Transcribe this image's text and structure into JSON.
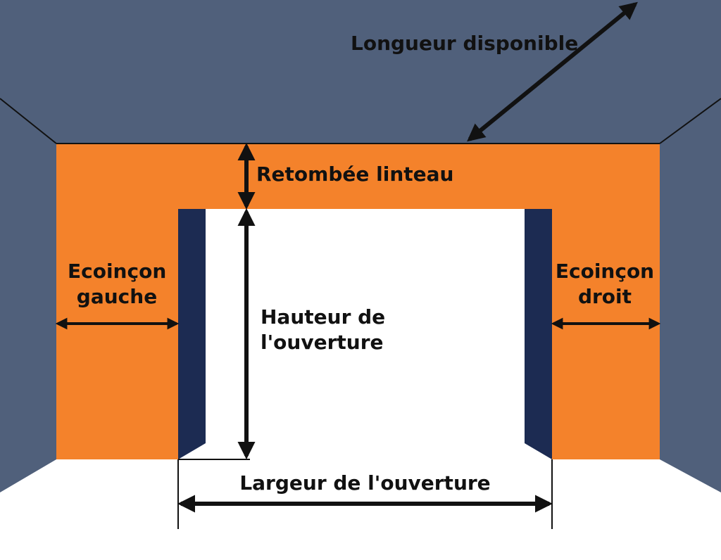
{
  "colors": {
    "wall": "#50607b",
    "facade": "#f4822b",
    "jamb": "#1c2b52",
    "floor": "#ffffff",
    "ink": "#111111"
  },
  "labels": {
    "longueur": "Longueur disponible",
    "retombee": "Retombée linteau",
    "ecoincon_gauche": [
      "Ecoinçon",
      "gauche"
    ],
    "ecoincon_droit": [
      "Ecoinçon",
      "droit"
    ],
    "hauteur": [
      "Hauteur de",
      "l'ouverture"
    ],
    "largeur": "Largeur de l'ouverture"
  }
}
